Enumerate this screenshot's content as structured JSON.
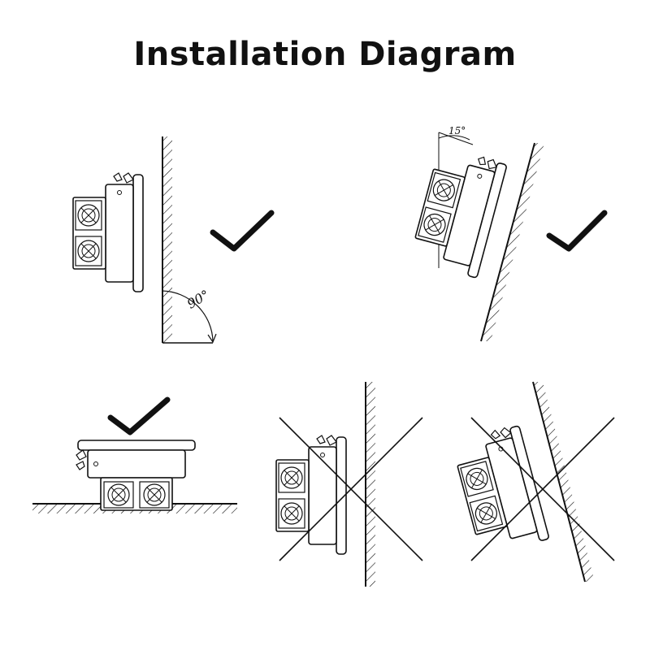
{
  "title": "Installation Diagram",
  "panels": [
    {
      "id": "vertical-wall",
      "status": "correct",
      "angle_label": "90°"
    },
    {
      "id": "tilted-wall",
      "status": "correct",
      "angle_label": "15°"
    },
    {
      "id": "horizontal-floor",
      "status": "correct"
    },
    {
      "id": "upside-down-wall",
      "status": "incorrect"
    },
    {
      "id": "overhang-wall",
      "status": "incorrect"
    }
  ],
  "colors": {
    "line": "#111111",
    "fill": "#ffffff",
    "mark": "#111111"
  }
}
